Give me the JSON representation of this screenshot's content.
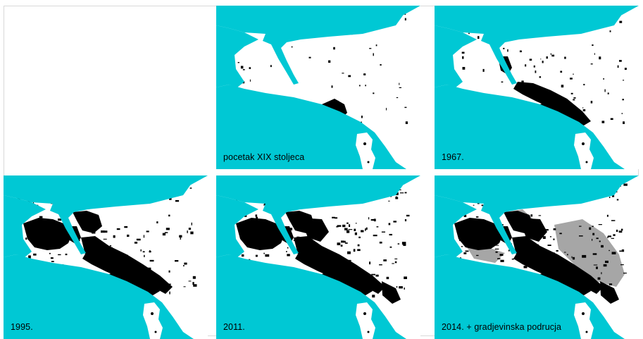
{
  "colors": {
    "sea": "#00c8d4",
    "land": "#ffffff",
    "built": "#000000",
    "planned": "#a6a6a6"
  },
  "panels": [
    {
      "caption": "",
      "stage": 0
    },
    {
      "caption": "pocetak XIX stoljeca",
      "stage": 1
    },
    {
      "caption": "1967.",
      "stage": 2
    },
    {
      "caption": "1995.",
      "stage": 3
    },
    {
      "caption": "2011.",
      "stage": 4
    },
    {
      "caption": "2014. + gradjevinska podrucja",
      "stage": 5
    }
  ]
}
